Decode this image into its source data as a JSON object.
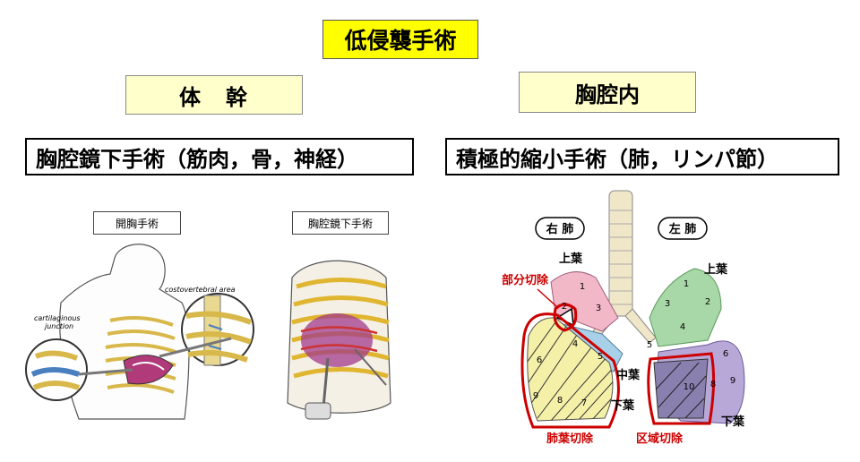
{
  "title": "低侵襲手術",
  "left": {
    "category": "体　幹",
    "subtitle": "胸腔鏡下手術（筋肉，骨，神経）",
    "figure": {
      "caption_open": "開胸手術",
      "caption_vats": "胸腔鏡下手術",
      "label_costovertebral": "costovertebral area",
      "label_cartilaginous": "cartilaginous",
      "label_junction": "junction"
    }
  },
  "right": {
    "category": "胸腔内",
    "subtitle": "積極的縮小手術（肺，リンパ節）",
    "figure": {
      "right_lung": "右 肺",
      "left_lung": "左 肺",
      "upper_lobe_r": "上葉",
      "upper_lobe_l": "上葉",
      "middle_lobe": "中葉",
      "lower_lobe_r": "下葉",
      "lower_lobe_l": "下葉",
      "partial_resection": "部分切除",
      "lobectomy": "肺葉切除",
      "segmentectomy": "区域切除",
      "seg_r": [
        "1",
        "2",
        "3",
        "4",
        "5",
        "6",
        "8",
        "9",
        "7"
      ],
      "seg_l": [
        "1",
        "2",
        "3",
        "4",
        "5",
        "6",
        "8",
        "9",
        "10"
      ]
    }
  },
  "colors": {
    "title_bg": "#ffff00",
    "category_bg": "#ffffcc",
    "annotation_red": "#cc0000"
  }
}
